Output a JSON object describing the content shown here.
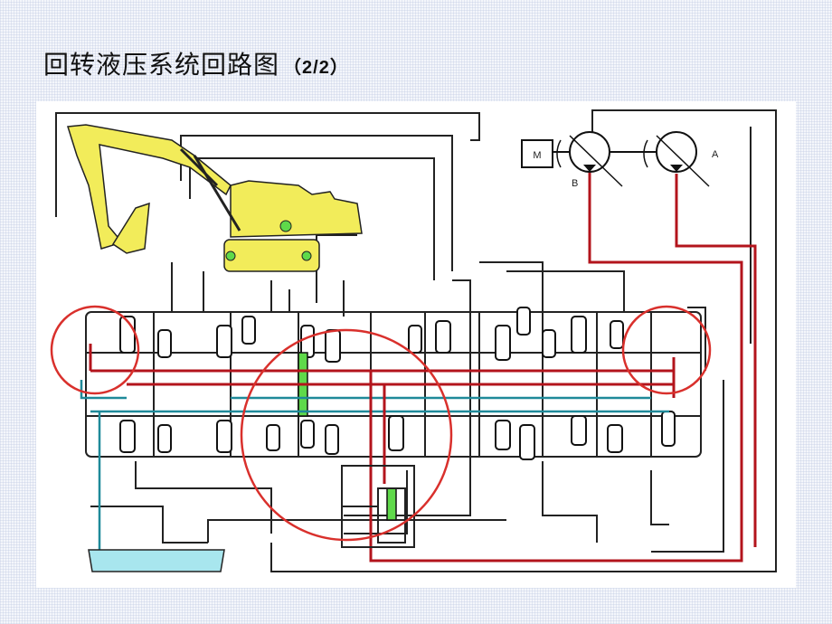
{
  "slide": {
    "title": "回转液压系统回路图",
    "title_suffix": "（2/2）"
  },
  "diagram": {
    "motor_label": "M",
    "pump_a_label": "A",
    "pump_b_label": "B",
    "colors": {
      "high_pressure": "#b3141c",
      "return_line": "#1f8a99",
      "pilot_line": "#222222",
      "machine_body": "#f2ec5a",
      "tank_fluid": "#a8e6ee",
      "highlight_circle": "#d9302c",
      "active_spool": "#5fd94a"
    }
  }
}
